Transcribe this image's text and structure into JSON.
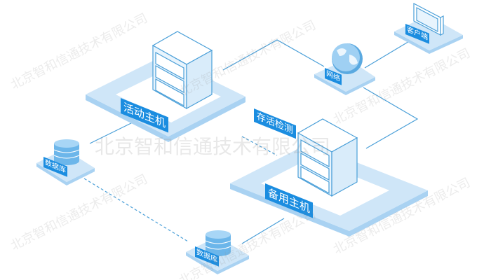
{
  "nodes": {
    "active_host": "活动主机",
    "standby_host": "备用主机",
    "heartbeat": "存活检测",
    "network": "网络",
    "client": "客户端",
    "database_1": "数据库",
    "database_2": "数据库"
  },
  "watermark": "北京智和信通技术有限公司",
  "colors": {
    "line": "#4a9fd8",
    "label": "#1b8de0",
    "platform": "#cfe6f8",
    "platform_side": "#a9d2f2"
  }
}
